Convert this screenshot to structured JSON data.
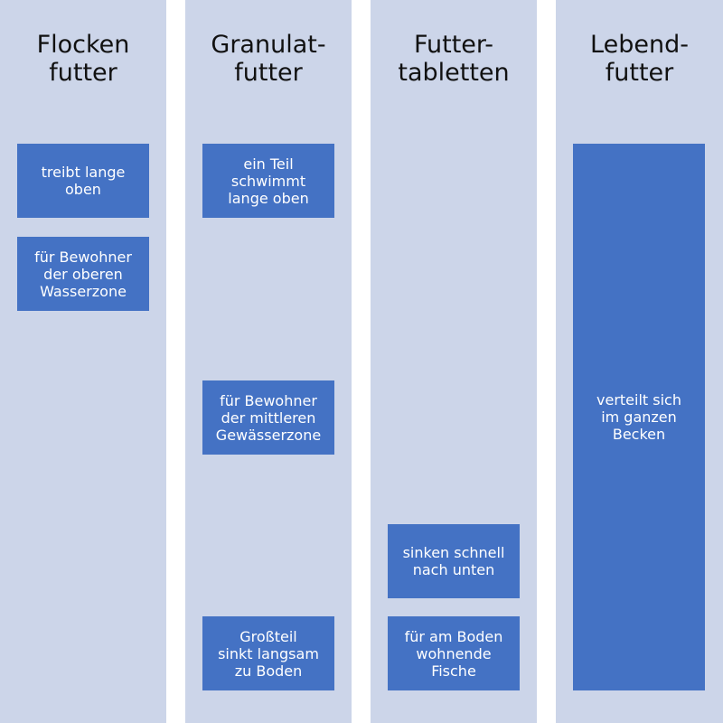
{
  "colors": {
    "column_bg": "#ccd5e9",
    "box_bg": "#4472c4",
    "box_text": "#ffffff",
    "title_text": "#111111",
    "page_bg": "#ffffff"
  },
  "columns": [
    {
      "title": "Flocken\nfutter",
      "boxes": [
        {
          "text": "treibt lange\noben"
        },
        {
          "text": "für Bewohner\nder oberen\nWasserzone"
        }
      ]
    },
    {
      "title": "Granulat-\nfutter",
      "boxes": [
        {
          "text": "ein Teil\nschwimmt\nlange oben"
        },
        {
          "text": "für Bewohner\nder mittleren\nGewässerzone"
        },
        {
          "text": "Großteil\nsinkt langsam\nzu Boden"
        }
      ]
    },
    {
      "title": "Futter-\ntabletten",
      "boxes": [
        {
          "text": "sinken schnell\nnach unten"
        },
        {
          "text": "für am Boden\nwohnende\nFische"
        }
      ]
    },
    {
      "title": "Lebend-\nfutter",
      "boxes": [
        {
          "text": "verteilt sich\nim ganzen\nBecken"
        }
      ]
    }
  ]
}
